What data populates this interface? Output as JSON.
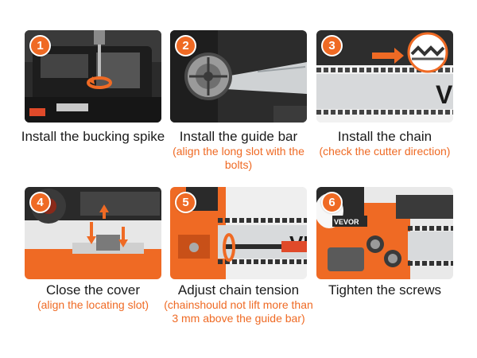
{
  "colors": {
    "accent": "#ef6a24",
    "text": "#1a1a1a",
    "badge_text": "#ffffff"
  },
  "steps": [
    {
      "number": "1",
      "title": "Install the bucking spike",
      "subtitle": ""
    },
    {
      "number": "2",
      "title": "Install the guide bar",
      "subtitle": "(align the long slot with the bolts)"
    },
    {
      "number": "3",
      "title": "Install the chain",
      "subtitle": "(check the cutter direction)"
    },
    {
      "number": "4",
      "title": "Close the cover",
      "subtitle": "(align the locating slot)"
    },
    {
      "number": "5",
      "title": "Adjust chain tension",
      "subtitle": "(chainshould not lift more than 3 mm above the guide bar)"
    },
    {
      "number": "6",
      "title": "Tighten the screws",
      "subtitle": ""
    }
  ],
  "brand_marks": [
    "VE",
    "VEVOR"
  ]
}
